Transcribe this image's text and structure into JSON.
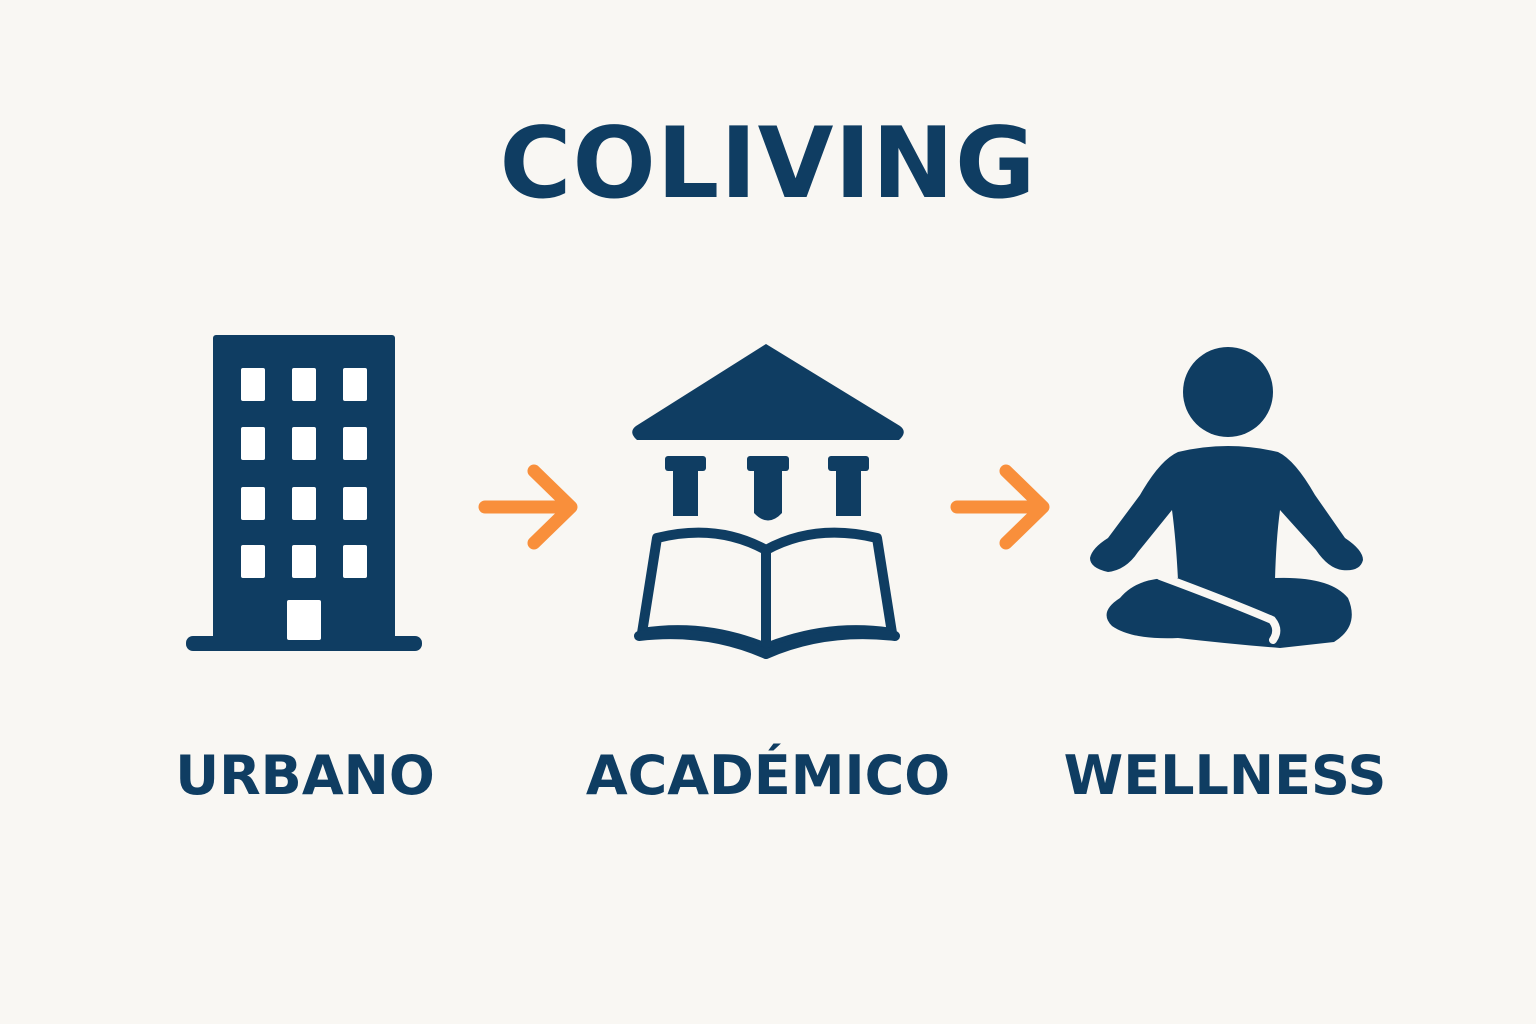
{
  "title": "COLIVING",
  "colors": {
    "primary": "#0f3d62",
    "accent": "#f98f3b",
    "background": "#f9f7f3"
  },
  "steps": [
    {
      "label": "URBANO",
      "icon": "building-icon"
    },
    {
      "label": "ACADÉMICO",
      "icon": "academic-book-icon"
    },
    {
      "label": "WELLNESS",
      "icon": "meditation-icon"
    }
  ],
  "connectors": [
    {
      "icon": "arrow-right-icon"
    },
    {
      "icon": "arrow-right-icon"
    }
  ]
}
